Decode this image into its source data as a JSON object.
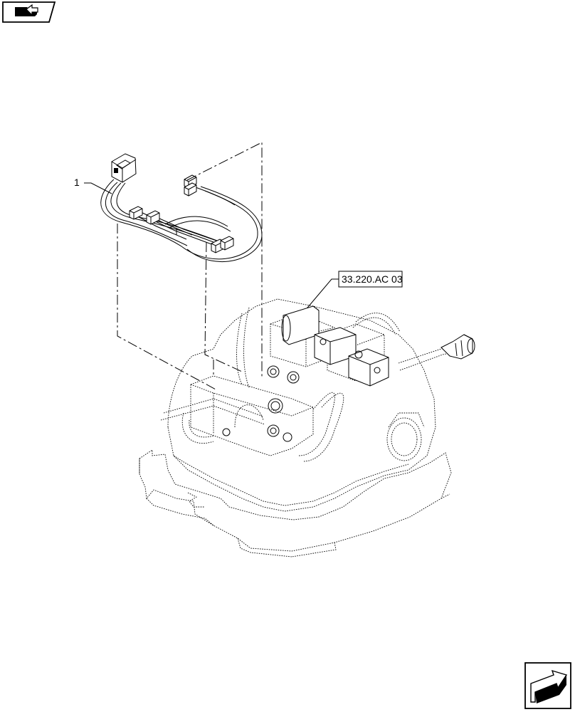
{
  "diagram": {
    "callouts": [
      {
        "id": "item-1",
        "label": "1"
      }
    ],
    "reference_box": {
      "label": "33.220.AC 03"
    },
    "icons": {
      "top_left": "book-arrow-icon",
      "bottom_right": "next-page-arrow-icon"
    },
    "colors": {
      "ink": "#000000",
      "background": "#ffffff"
    }
  }
}
